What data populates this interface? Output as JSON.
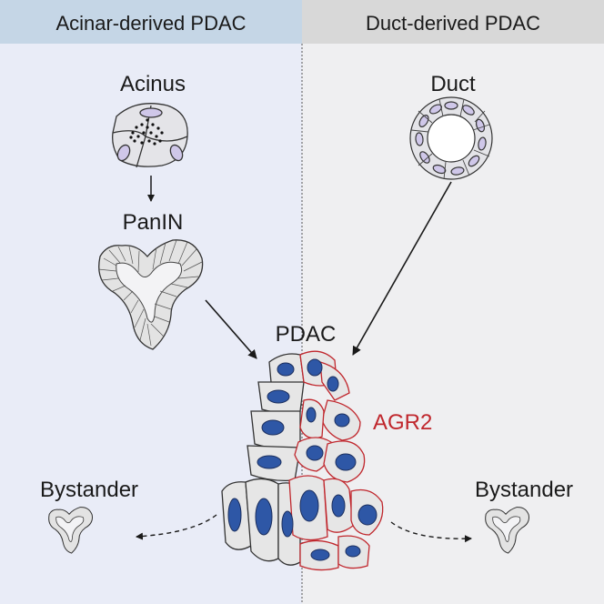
{
  "headers": {
    "left": "Acinar-derived PDAC",
    "right": "Duct-derived PDAC"
  },
  "labels": {
    "acinus": "Acinus",
    "panin": "PanIN",
    "duct": "Duct",
    "pdac": "PDAC",
    "agr2": "AGR2",
    "bystander_left": "Bystander",
    "bystander_right": "Bystander"
  },
  "colors": {
    "left_panel_bg": "#e9ecf7",
    "right_panel_bg": "#efeff1",
    "left_header_bg": "#c5d6e6",
    "right_header_bg": "#d8d8d8",
    "agr2": "#c0272d",
    "nucleus_pdac": "#2e57a6",
    "nucleus_light": "#cfc7e9",
    "cell_fill": "#e6e6e6"
  },
  "icons": [
    "acinus-icon",
    "panin-icon",
    "duct-icon",
    "pdac-tumor-icon",
    "bystander-icon"
  ]
}
